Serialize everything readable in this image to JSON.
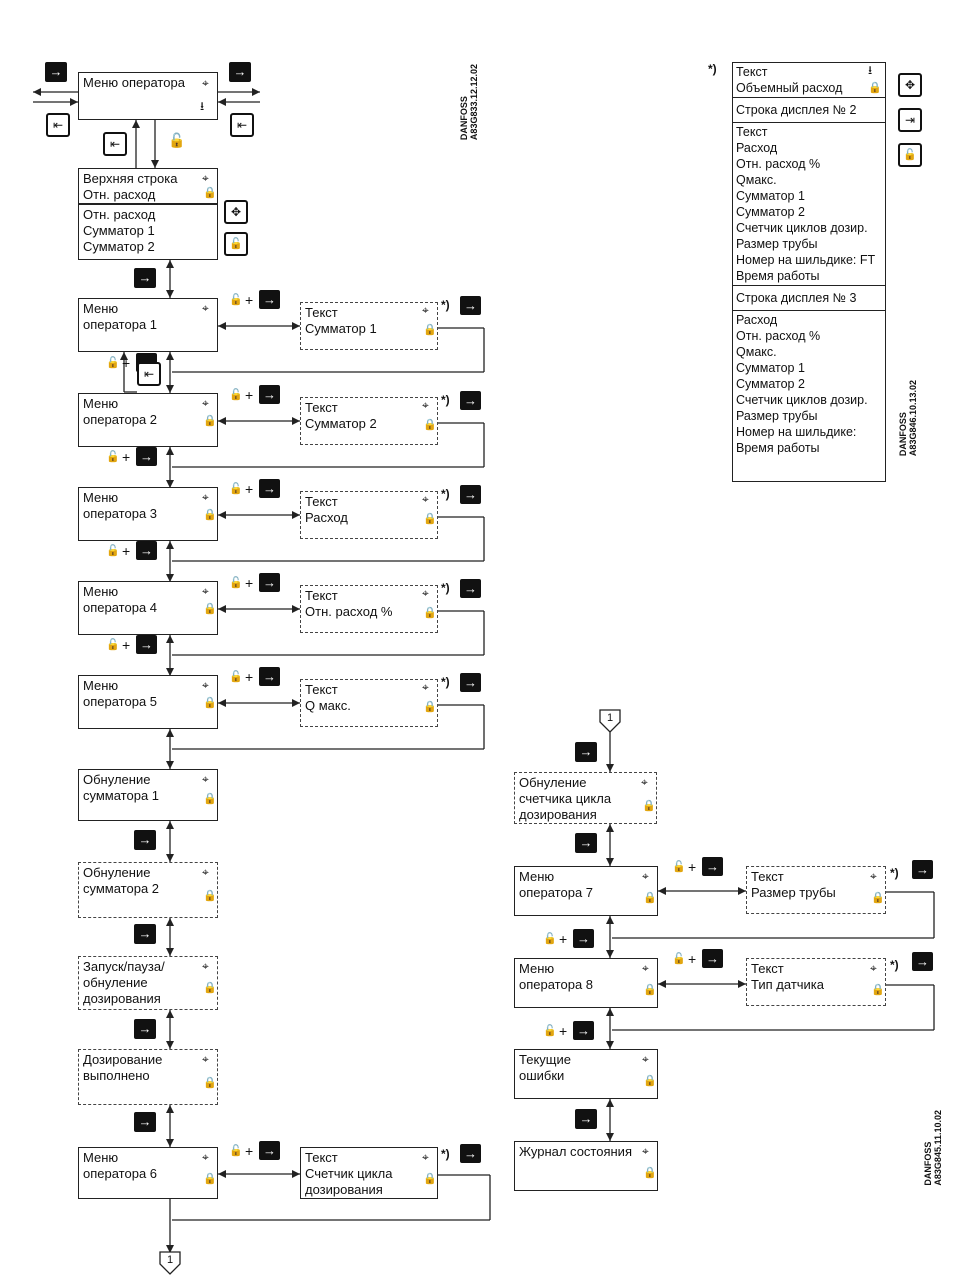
{
  "codes": {
    "left": "DANFOSS\nA83G833.12.12.02",
    "right_top": "DANFOSS\nA83G846.10.13.02",
    "right_bottom": "DANFOSS\nA83G845.11.10.02"
  },
  "footnote": "*)",
  "connector": "1",
  "main": {
    "op_menu": "Меню оператора",
    "top": [
      "Верхняя строка",
      "Отн. расход"
    ],
    "top_options": [
      "Отн. расход",
      "Сумматор 1",
      "Сумматор 2"
    ]
  },
  "menus": [
    {
      "lines": [
        "Меню",
        "оператора 1"
      ],
      "text": [
        "Текст",
        "Сумматор 1"
      ]
    },
    {
      "lines": [
        "Меню",
        "оператора 2"
      ],
      "text": [
        "Текст",
        "Сумматор 2"
      ]
    },
    {
      "lines": [
        "Меню",
        "оператора 3"
      ],
      "text": [
        "Текст",
        "Расход"
      ]
    },
    {
      "lines": [
        "Меню",
        "оператора 4"
      ],
      "text": [
        "Текст",
        "Отн. расход %"
      ]
    },
    {
      "lines": [
        "Меню",
        "оператора 5"
      ],
      "text": [
        "Текст",
        "Q макс."
      ]
    }
  ],
  "reset1": [
    "Обнуление",
    "сумматора 1"
  ],
  "reset2": [
    "Обнуление",
    "сумматора 2"
  ],
  "dosing": [
    "Запуск/пауза/",
    "обнуление",
    "дозирования"
  ],
  "dosing_done": [
    "Дозирование",
    "выполнено"
  ],
  "menu6": {
    "lines": [
      "Меню",
      "оператора 6"
    ],
    "text": [
      "Текст",
      "Счетчик цикла",
      "дозирования"
    ]
  },
  "right": {
    "reset_cycle": [
      "Обнуление",
      "счетчика цикла",
      "дозирования"
    ],
    "menu7": {
      "lines": [
        "Меню",
        "оператора 7"
      ],
      "text": [
        "Текст",
        "Размер трубы"
      ]
    },
    "menu8": {
      "lines": [
        "Меню",
        "оператора 8"
      ],
      "text": [
        "Текст",
        "Тип датчика"
      ]
    },
    "errors": [
      "Текущие",
      "ошибки"
    ],
    "log": [
      "Журнал состояния"
    ]
  },
  "options": {
    "head": [
      "Текст",
      "Объемный расход"
    ],
    "line2": "Строка дисплея № 2",
    "list2": [
      "Текст",
      "Расход",
      "Отн. расход %",
      "Qмакс.",
      "Сумматор 1",
      "Сумматор 2",
      "Счетчик циклов дозир.",
      "Размер трубы",
      "Номер на шильдике: FT",
      "Время работы"
    ],
    "line3": "Строка дисплея № 3",
    "list3": [
      "Расход",
      "Отн. расход %",
      "Qмакс.",
      "Сумматор 1",
      "Сумматор 2",
      "Счетчик циклов дозир.",
      "Размер трубы",
      "Номер на шильдике:",
      "Время работы"
    ]
  },
  "icons": {
    "enter_key": "→",
    "back_key": "back-arrow-icon",
    "crosshair": "crosshair-icon",
    "lock": "lock-icon",
    "unlock": "unlock-icon",
    "down": "down-arrow-icon"
  }
}
